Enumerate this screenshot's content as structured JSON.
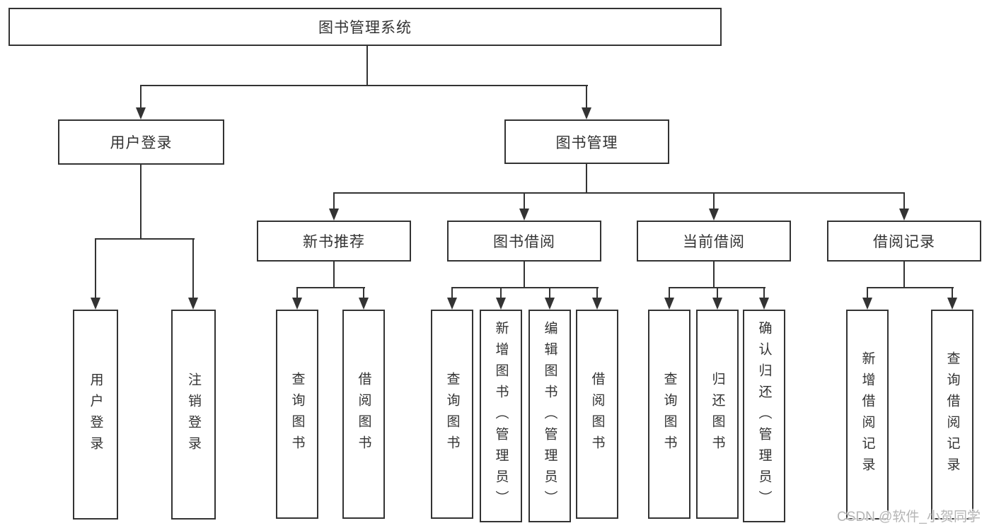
{
  "diagram": {
    "colors": {
      "line": "#333333",
      "text": "#333333",
      "background": "#ffffff",
      "watermark": "#b5b5b5"
    },
    "root": {
      "label": "图书管理系统"
    },
    "level2": {
      "user_login": {
        "label": "用户登录"
      },
      "book_management": {
        "label": "图书管理"
      }
    },
    "level3": {
      "new_book_recommend": {
        "label": "新书推荐"
      },
      "book_borrow": {
        "label": "图书借阅"
      },
      "current_borrow": {
        "label": "当前借阅"
      },
      "borrow_records": {
        "label": "借阅记录"
      }
    },
    "leaves": {
      "user_login_leaf": {
        "label": "用户登录"
      },
      "logout_leaf": {
        "label": "注销登录"
      },
      "nbr_query_books": {
        "label": "查询图书"
      },
      "nbr_borrow_books": {
        "label": "借阅图书"
      },
      "bb_query_books": {
        "label": "查询图书"
      },
      "bb_add_books": {
        "label": "新增图书（管理员）"
      },
      "bb_edit_books": {
        "label": "编辑图书（管理员）"
      },
      "bb_borrow_books": {
        "label": "借阅图书"
      },
      "cb_query_books": {
        "label": "查询图书"
      },
      "cb_return_books": {
        "label": "归还图书"
      },
      "cb_confirm_return": {
        "label": "确认归还（管理员）"
      },
      "br_add_record": {
        "label": "新增借阅记录"
      },
      "br_query_record": {
        "label": "查询借阅记录"
      }
    },
    "watermark_text": "CSDN @软件_小贺同学"
  }
}
